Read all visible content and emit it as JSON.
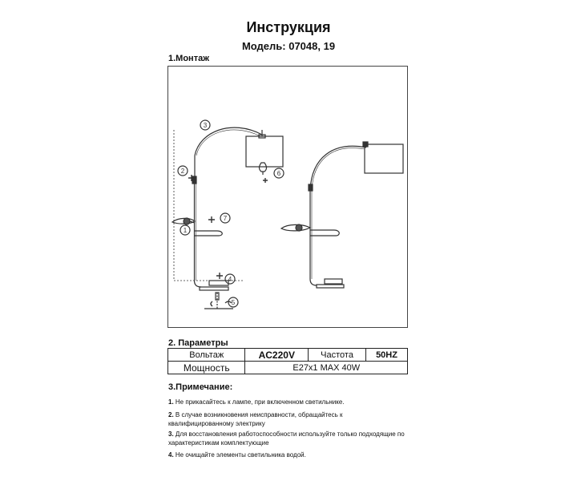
{
  "header": {
    "title": "Инструкция",
    "model": "Модель: 07048, 19"
  },
  "section1": {
    "title": "1.Монтаж"
  },
  "diagram": {
    "callouts": [
      "1",
      "2",
      "3",
      "4",
      "5",
      "6",
      "7"
    ]
  },
  "section2": {
    "title": "2. Параметры",
    "voltage_label": "Вольтаж",
    "voltage_value": "AC220V",
    "frequency_label": "Частота",
    "frequency_value": "50HZ",
    "power_label": "Мощность",
    "power_value": "E27x1 MAX 40W"
  },
  "section3": {
    "title": "3.Примечание:",
    "notes": [
      {
        "num": "1.",
        "text": "Не прикасайтесь к лампе, при включенном светильнике."
      },
      {
        "num": "2.",
        "text": "В случае возникновения неисправности, обращайтесь к квалифицированному электрику"
      },
      {
        "num": "3.",
        "text": "Для восстановления работоспособности используйте только подходящие по характеристикам комплектующие"
      },
      {
        "num": "4.",
        "text": "Не очищайте элементы светильника водой."
      }
    ]
  },
  "colors": {
    "line": "#333333",
    "text": "#111111",
    "background": "#ffffff"
  }
}
